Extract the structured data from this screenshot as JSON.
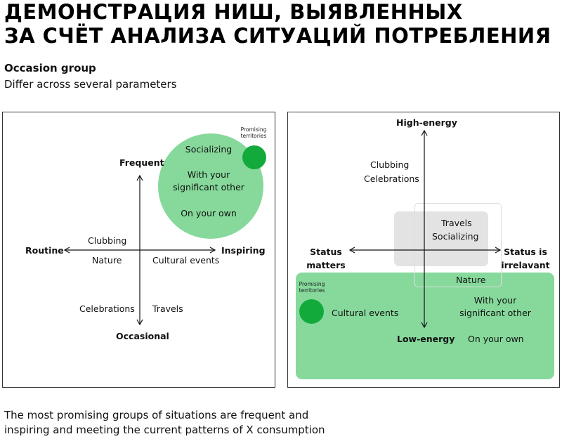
{
  "header": {
    "title_line1": "Демонстрация ниш, выявленных",
    "title_line2": "за счёт анализа ситуаций потребления",
    "subhead": "Occasion group",
    "subline": "Differ across several parameters"
  },
  "left_map": {
    "axis_top": "Frequent",
    "axis_bottom": "Occasional",
    "axis_left": "Routine",
    "axis_right": "Inspiring",
    "promising_label_line1": "Promising",
    "promising_label_line2": "territories",
    "circle_items": [
      "Socializing",
      "With your",
      "significant other",
      "On your own"
    ],
    "items": {
      "clubbing": "Clubbing",
      "nature": "Nature",
      "cultural_events": "Cultural events",
      "celebrations": "Celebrations",
      "travels": "Travels"
    }
  },
  "right_map": {
    "axis_top": "High-energy",
    "axis_bottom": "Low-energy",
    "axis_left_line1": "Status",
    "axis_left_line2": "matters",
    "axis_right_line1": "Status is",
    "axis_right_line2": "irrelavant",
    "promising_label_line1": "Promising",
    "promising_label_line2": "territories",
    "items": {
      "clubbing": "Clubbing",
      "celebrations": "Celebrations",
      "travels": "Travels",
      "socializing": "Socializing",
      "nature": "Nature",
      "cultural_events": "Cultural events",
      "significant_line1": "With your",
      "significant_line2": "significant other",
      "on_your_own": "On your own"
    }
  },
  "footer": {
    "line1": "The most promising groups of situations are frequent and",
    "line2": "inspiring and meeting the current patterns of X consumption"
  },
  "colors": {
    "light_green": "#86d99b",
    "dark_green": "#13aa3c",
    "gray_box": "#e3e3e3",
    "outline": "#dddddd"
  }
}
